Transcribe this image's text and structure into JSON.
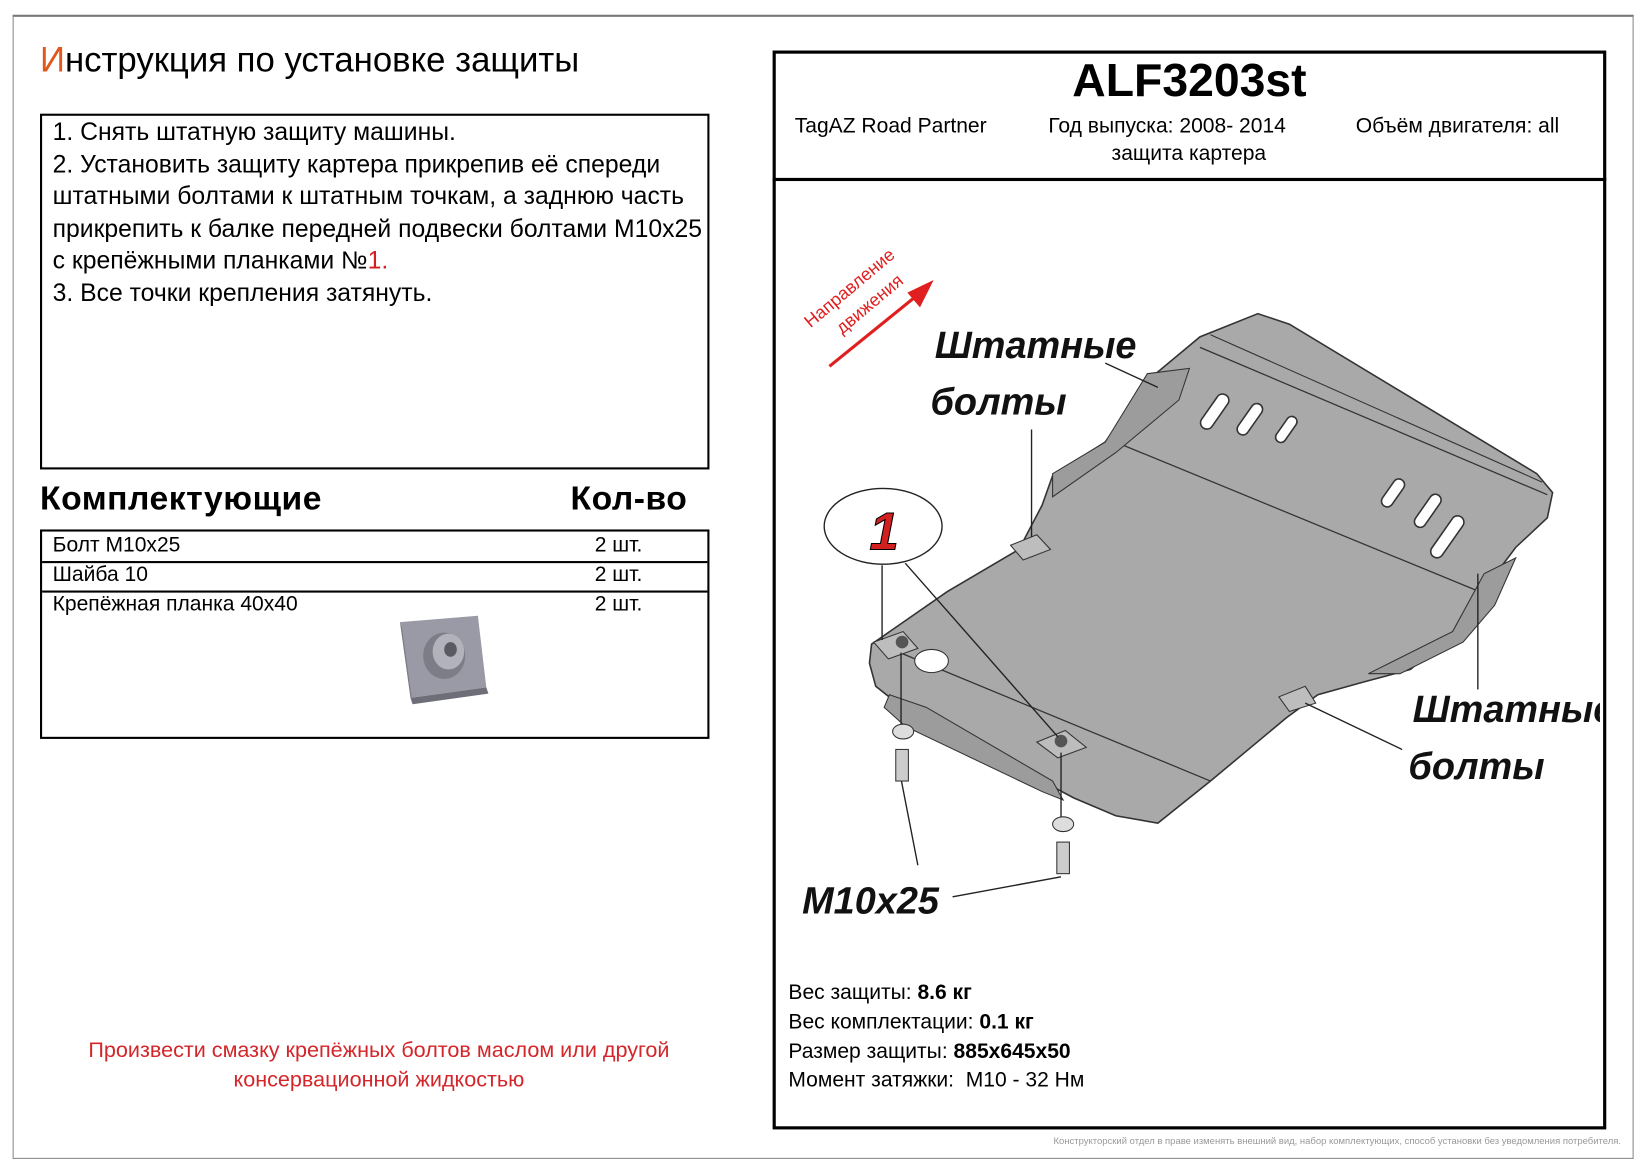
{
  "title": {
    "first_letter": "И",
    "rest": "нструкция по установке защиты"
  },
  "steps": [
    "1.  Снять штатную защиту машины.",
    "2.  Установить защиту картера прикрепив её спереди штатными болтами к штатным точкам, а заднюю часть прикрепить к балке передней подвески болтами М10х25 с крепёжными планками №",
    "1",
    ".",
    "3.  Все точки крепления затянуть."
  ],
  "parts": {
    "header_name": "Комплектующие",
    "header_qty": "Кол-во",
    "rows": [
      {
        "name": "Болт М10х25",
        "qty": "2 шт."
      },
      {
        "name": "Шайба 10",
        "qty": "2 шт."
      },
      {
        "name": "Крепёжная планка 40х40",
        "qty": "2 шт."
      }
    ]
  },
  "note": "Произвести смазку крепёжных болтов маслом или другой консервационной жидкостью",
  "product": {
    "code": "ALF3203st",
    "car": "TagAZ Road Partner",
    "years": "Год выпуска: 2008- 2014",
    "engine": "Объём двигателя: all",
    "type": "защита картера"
  },
  "diagram": {
    "direction_line1": "Направление",
    "direction_line2": "движения",
    "std_bolts_1": "Штатные",
    "std_bolts_2": "болты",
    "callout": "1",
    "bolt_label": "M10x25"
  },
  "specs": [
    {
      "label": "Вес защиты: ",
      "value": "8.6 кг"
    },
    {
      "label": "Вес комплектации: ",
      "value": "0.1 кг"
    },
    {
      "label": "Размер защиты: ",
      "value": "885x645x50"
    },
    {
      "label": "Момент затяжки:  ",
      "value": "М10 - 32 Нм"
    }
  ],
  "footer": "Конструкторский отдел в праве изменять внешний вид, набор комплектующих, способ установки без уведомления потребителя.",
  "colors": {
    "accent_red": "#d4262a",
    "title_orange": "#e0581c",
    "plate_gray": "#a9a9a9"
  }
}
